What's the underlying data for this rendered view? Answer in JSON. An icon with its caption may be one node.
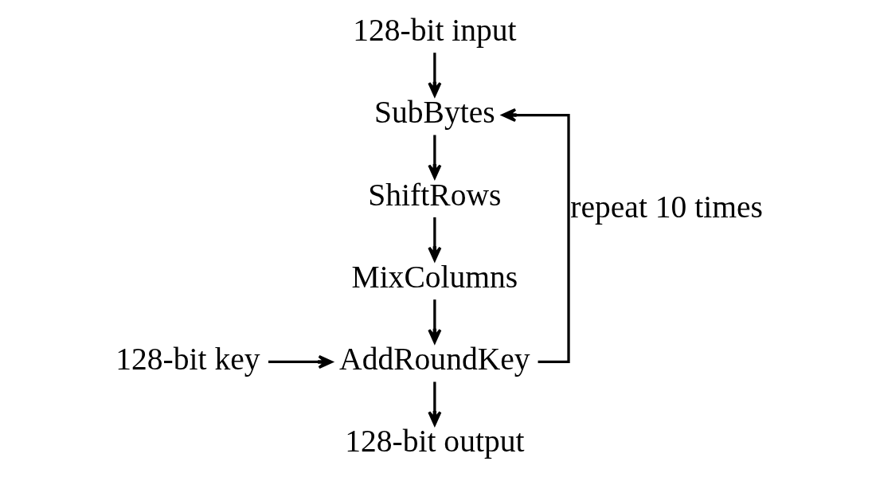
{
  "diagram": {
    "nodes": [
      {
        "text": [
          "128-bit input"
        ]
      },
      {
        "text": [
          "SubBytes"
        ]
      },
      {
        "text": [
          "ShiftRows"
        ]
      },
      {
        "text": [
          "MixColumns"
        ]
      },
      {
        "text": [
          "128-bit key"
        ]
      },
      {
        "text": [
          "AddRoundKey"
        ]
      },
      {
        "text": [
          "128-bit output"
        ]
      }
    ],
    "edges": [
      {
        "from": 0,
        "to": 1,
        "arrow": "to"
      },
      {
        "from": 1,
        "to": 2,
        "arrow": "to"
      },
      {
        "from": 2,
        "to": 3,
        "arrow": "to"
      },
      {
        "from": 3,
        "to": 5,
        "arrow": "to"
      },
      {
        "from": 4,
        "to": 5,
        "arrow": "to"
      },
      {
        "from": 5,
        "to": 1,
        "arrow": "to",
        "label": "repeat 10 times"
      },
      {
        "from": 5,
        "to": 6,
        "arrow": "to"
      }
    ]
  }
}
